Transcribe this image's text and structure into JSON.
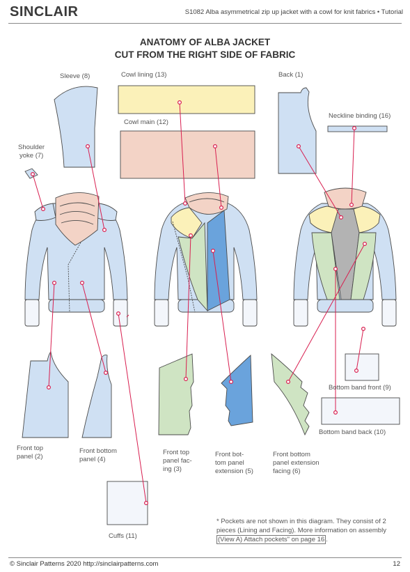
{
  "header": {
    "brand": "SINCLAIR",
    "doc_title": "S1082 Alba asymmetrical zip up jacket with a cowl for knit fabrics • Tutorial"
  },
  "title": {
    "line1": "ANATOMY OF ALBA JACKET",
    "line2": "CUT FROM THE RIGHT SIDE OF FABRIC"
  },
  "pieces": {
    "sleeve": "Sleeve (8)",
    "cowl_lining": "Cowl lining (13)",
    "back": "Back (1)",
    "neckline_binding": "Neckline binding (16)",
    "cowl_main": "Cowl main (12)",
    "shoulder_yoke_1": "Shoulder",
    "shoulder_yoke_2": "yoke (7)",
    "front_top_1": "Front top",
    "front_top_2": "panel (2)",
    "front_bottom_1": "Front bottom",
    "front_bottom_2": "panel (4)",
    "front_top_facing_1": "Front top",
    "front_top_facing_2": "panel fac-",
    "front_top_facing_3": "ing (3)",
    "front_bottom_ext_1": "Front bot-",
    "front_bottom_ext_2": "tom panel",
    "front_bottom_ext_3": "extension (5)",
    "front_bottom_ext_facing_1": "Front bottom",
    "front_bottom_ext_facing_2": "panel extension",
    "front_bottom_ext_facing_3": "facing (6)",
    "bottom_band_front": "Bottom band front (9)",
    "bottom_band_back": "Bottom band back (10)",
    "cuffs": "Cuffs (11)"
  },
  "note": {
    "text": "* Pockets are not shown in this diagram. They consist of 2 pieces (Lining and Facing). More information on assembly",
    "link": "(View A) Attach pockets\" on page 16",
    "end": "."
  },
  "footer": {
    "copyright": "© Sinclair Patterns 2020 http://sinclairpatterns.com",
    "page_number": "12"
  },
  "colors": {
    "blue_light": "#cfe0f3",
    "blue_mid": "#6aa3dc",
    "yellow": "#fbf1b9",
    "peach": "#f3d3c6",
    "green": "#cfe4c3",
    "gray": "#b3b3b3",
    "white_piece": "#f3f6fb",
    "pointer": "#d81e4f"
  }
}
